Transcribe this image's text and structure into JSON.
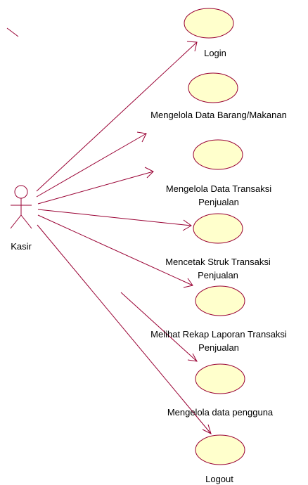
{
  "colors": {
    "stroke": "#990033",
    "usecase_fill": "#ffffcc",
    "text": "#000000",
    "background": "#ffffff"
  },
  "actor": {
    "name": "Kasir"
  },
  "use_cases": [
    {
      "id": "login",
      "lines": [
        "Login"
      ]
    },
    {
      "id": "mengelola-data-barang",
      "lines": [
        "Mengelola Data Barang/Makanan"
      ]
    },
    {
      "id": "mengelola-data-transaksi",
      "lines": [
        "Mengelola Data Transaksi",
        "Penjualan"
      ]
    },
    {
      "id": "mencetak-struk",
      "lines": [
        "Mencetak Struk Transaksi",
        "Penjualan"
      ]
    },
    {
      "id": "melihat-rekap",
      "lines": [
        "Melihat Rekap Laporan Transaksi",
        "Penjualan"
      ]
    },
    {
      "id": "mengelola-pengguna",
      "lines": [
        "Mengelola data pengguna"
      ]
    },
    {
      "id": "logout",
      "lines": [
        "Logout"
      ]
    }
  ]
}
